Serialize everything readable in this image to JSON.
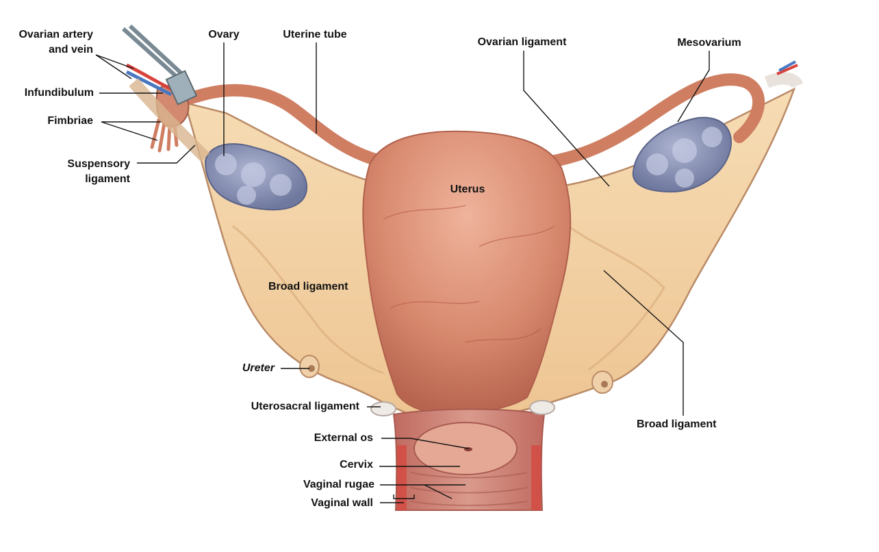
{
  "labels": {
    "ovarian_artery_vein": "Ovarian artery\nand vein",
    "infundibulum": "Infundibulum",
    "fimbriae": "Fimbriae",
    "suspensory_ligament": "Suspensory\nligament",
    "ovary": "Ovary",
    "uterine_tube": "Uterine tube",
    "ovarian_ligament": "Ovarian ligament",
    "mesovarium": "Mesovarium",
    "uterus": "Uterus",
    "broad_ligament_left": "Broad ligament",
    "broad_ligament_right": "Broad ligament",
    "ureter": "Ureter",
    "uterosacral_ligament": "Uterosacral ligament",
    "external_os": "External os",
    "cervix": "Cervix",
    "vaginal_rugae": "Vaginal rugae",
    "vaginal_wall": "Vaginal wall"
  },
  "colors": {
    "uterus": "#d88a6f",
    "uterus_shade": "#c0705a",
    "broad_ligament": "#f3d3a6",
    "broad_ligament_edge": "#b98a66",
    "ovary": "#8d95b8",
    "ovary_highlight": "#c5cbe2",
    "tube": "#cf7e62",
    "vessel_red": "#d8433c",
    "vessel_blue": "#4a78c0",
    "vagina": "#c9756a",
    "leader_line": "#111111"
  }
}
